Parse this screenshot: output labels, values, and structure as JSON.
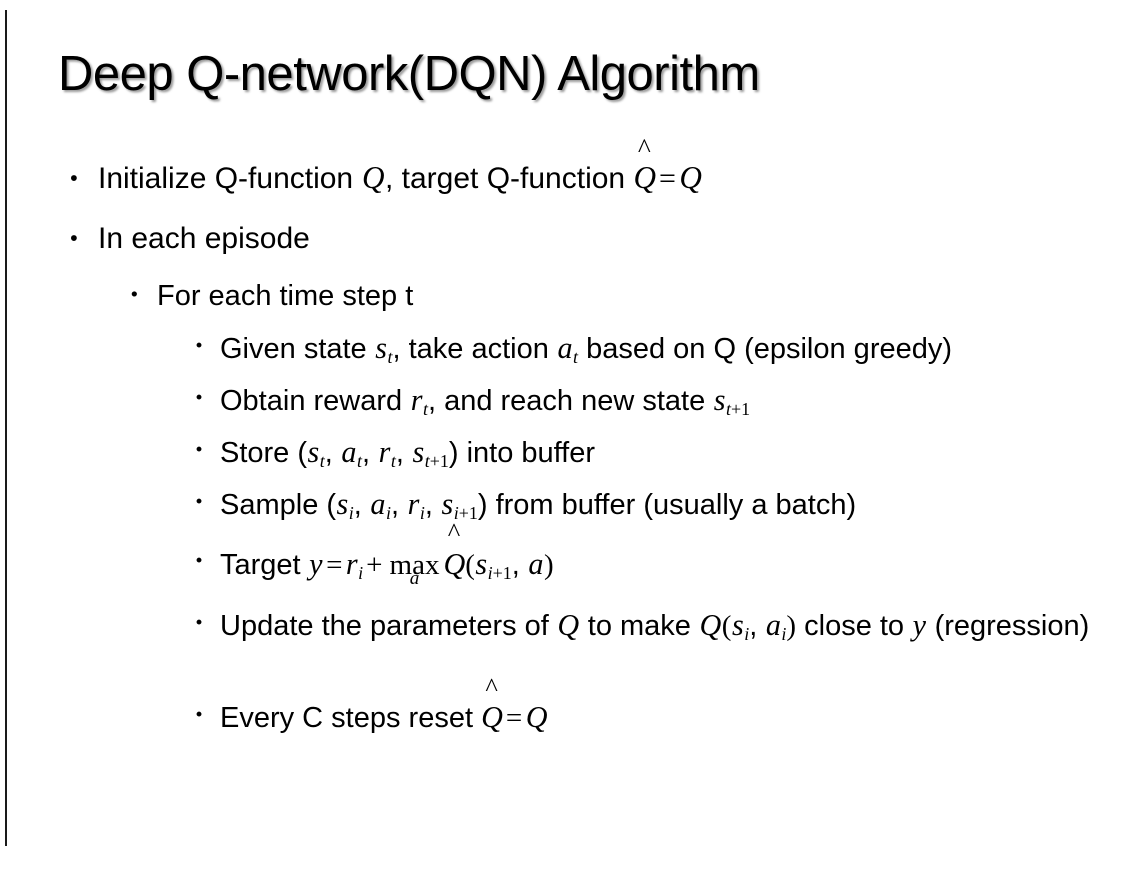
{
  "slide": {
    "title": "Deep Q-network(DQN) Algorithm",
    "background_color": "#ffffff",
    "text_color": "#000000",
    "rule_color": "#1a1a1a"
  },
  "bullets": {
    "initialize": {
      "level": 1,
      "pre": "Initialize Q-function ",
      "var_q": "Q",
      "mid": ", target Q-function ",
      "hat_q": "Q",
      "hat": "̂",
      "equals": "=",
      "var_q2": "Q"
    },
    "each_episode": {
      "level": 1,
      "text": "In each episode"
    },
    "each_time_step": {
      "level": 2,
      "text": "For each time step t"
    },
    "given_state": {
      "level": 3,
      "pre": "Given state ",
      "s": "s",
      "s_sub": "t",
      "mid": ", take action ",
      "a": "a",
      "a_sub": "t",
      "post": " based on Q (epsilon greedy)"
    },
    "obtain_reward": {
      "level": 3,
      "pre": "Obtain reward ",
      "r": "r",
      "r_sub": "t",
      "mid": ", and reach new state ",
      "s": "s",
      "s_sub_var": "t",
      "s_sub_plus": "+1"
    },
    "store": {
      "level": 3,
      "pre": "Store (",
      "s1": "s",
      "s1_sub": "t",
      "c1": ", ",
      "a1": "a",
      "a1_sub": "t",
      "c2": ", ",
      "r1": "r",
      "r1_sub": "t",
      "c3": ", ",
      "s2": "s",
      "s2_sub_var": "t",
      "s2_sub_plus": "+1",
      "post": ") into buffer"
    },
    "sample": {
      "level": 3,
      "pre": "Sample (",
      "s1": "s",
      "s1_sub": "i",
      "c1": ", ",
      "a1": "a",
      "a1_sub": "i",
      "c2": ", ",
      "r1": "r",
      "r1_sub": "i",
      "c3": ", ",
      "s2": "s",
      "s2_sub_var": "i",
      "s2_sub_plus": "+1",
      "post": ") from buffer (usually a batch)"
    },
    "target": {
      "level": 3,
      "pre": "Target ",
      "y": "y",
      "eq": "=",
      "r": "r",
      "r_sub": "i",
      "plus": "+",
      "max": "max",
      "max_under": "a",
      "hat_q": "Q",
      "hat": "̂",
      "open": "(",
      "s": "s",
      "s_sub_var": "i",
      "s_sub_plus": "+1",
      "comma": ", ",
      "a": "a",
      "close": ")"
    },
    "update": {
      "level": 3,
      "pre": "Update the parameters of ",
      "q1": "Q",
      "mid": " to make ",
      "q2": "Q",
      "open": "(",
      "s": "s",
      "s_sub": "i",
      "comma": ", ",
      "a": "a",
      "a_sub": "i",
      "close": ")",
      "post": " close to ",
      "y": "y",
      "tail": " (regression)"
    },
    "reset": {
      "level": 3,
      "pre": "Every C steps reset ",
      "hat_q": "Q",
      "hat": "̂",
      "equals": "=",
      "q": "Q"
    }
  }
}
